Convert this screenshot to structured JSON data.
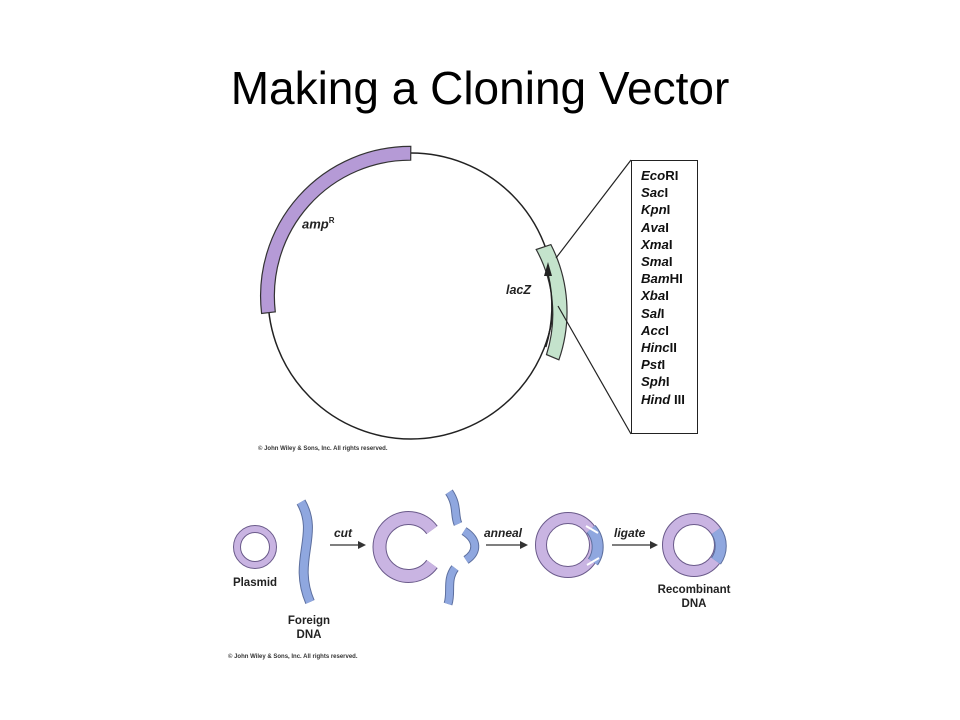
{
  "title": "Making a Cloning Vector",
  "copyright": "© John Wiley & Sons, Inc. All rights reserved.",
  "plasmid_map": {
    "amp_label": "amp",
    "amp_superscript": "R",
    "lacz_label": "lacZ",
    "restriction_sites": [
      {
        "italic": "Eco",
        "roman": "RI"
      },
      {
        "italic": "Sac",
        "roman": "I"
      },
      {
        "italic": "Kpn",
        "roman": "I"
      },
      {
        "italic": "Ava",
        "roman": "I"
      },
      {
        "italic": "Xma",
        "roman": "I"
      },
      {
        "italic": "Sma",
        "roman": "I"
      },
      {
        "italic": "Bam",
        "roman": "HI"
      },
      {
        "italic": "Xba",
        "roman": "I"
      },
      {
        "italic": "Sal",
        "roman": "I"
      },
      {
        "italic": "Acc",
        "roman": "I"
      },
      {
        "italic": "Hinc",
        "roman": "II"
      },
      {
        "italic": "Pst",
        "roman": "I"
      },
      {
        "italic": "Sph",
        "roman": "I"
      },
      {
        "italic": "Hind",
        "roman": " III"
      }
    ]
  },
  "process": {
    "plasmid": "Plasmid",
    "foreign_dna_line1": "Foreign",
    "foreign_dna_line2": "DNA",
    "cut": "cut",
    "anneal": "anneal",
    "ligate": "ligate",
    "recombinant_line1": "Recombinant",
    "recombinant_line2": "DNA"
  },
  "colors": {
    "amp_fill": "#b59ad6",
    "lacz_fill": "#c4e3cc",
    "plasmid_fill": "#c9b4e2",
    "foreign_fill": "#8fa7df"
  }
}
